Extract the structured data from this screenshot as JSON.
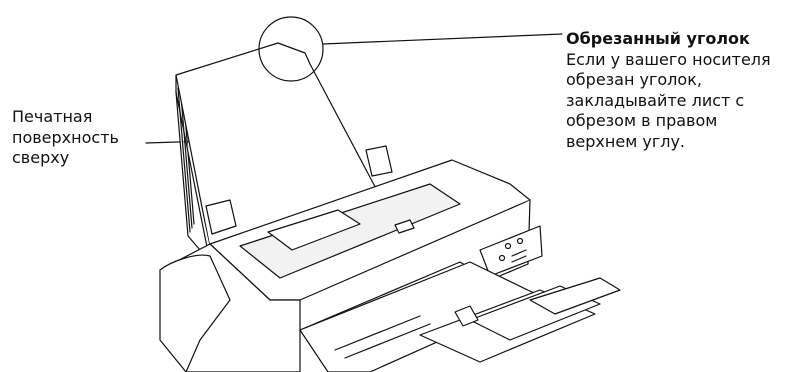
{
  "printed_side_label": {
    "lines": [
      "Печатная",
      "поверхность",
      "сверху"
    ]
  },
  "cut_corner_note": {
    "title": "Обрезанный уголок",
    "lines": [
      "Если у вашего носителя",
      "обрезан уголок,",
      "закладывайте лист с",
      "обрезом в правом",
      "верхнем углу."
    ]
  },
  "colors": {
    "ink": "#111111",
    "paper": "#ffffff",
    "panel_gray": "#f2f2f2"
  },
  "icons": [
    "printer-illustration",
    "paper-stack",
    "cut-corner-callout-circle"
  ]
}
